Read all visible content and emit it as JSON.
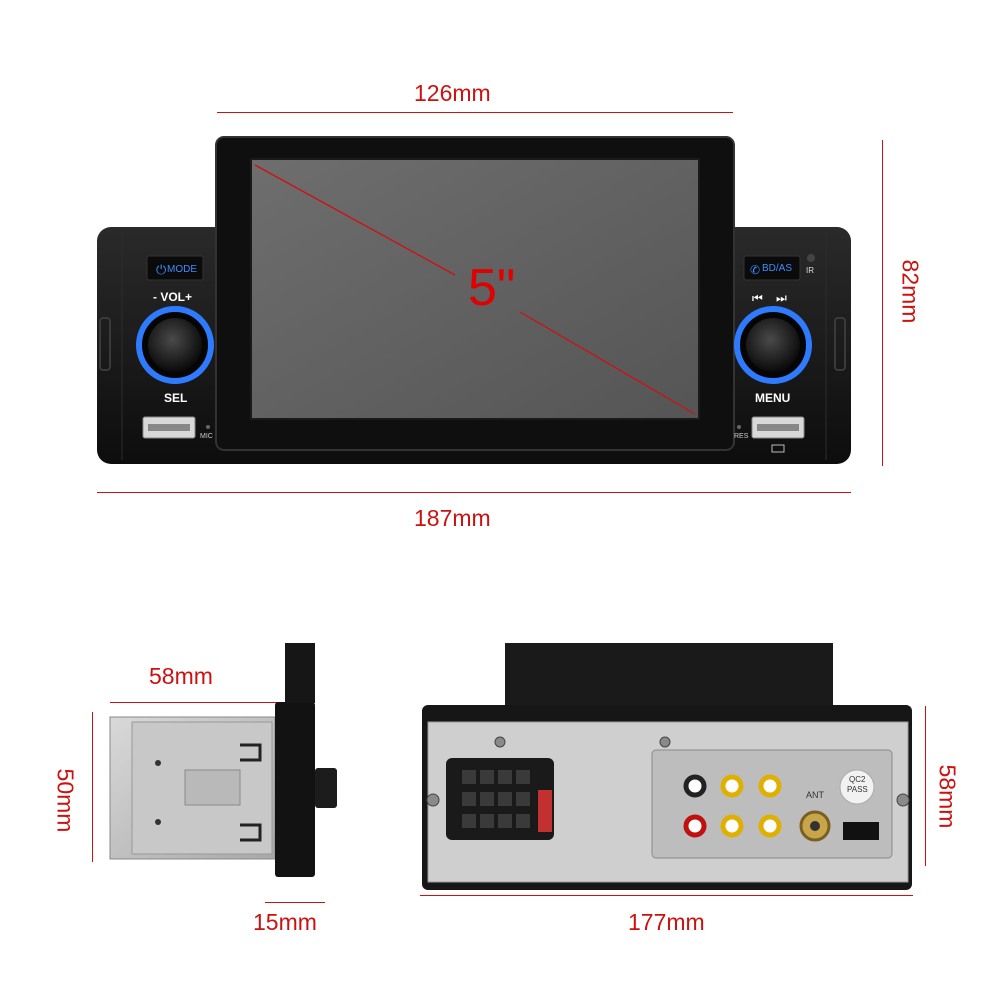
{
  "dimensions": {
    "front_top_width": "126mm",
    "front_height": "82mm",
    "front_total_width": "187mm",
    "side_depth": "58mm",
    "side_height": "50mm",
    "side_knob": "15mm",
    "back_width": "177mm",
    "back_height": "58mm"
  },
  "screen": {
    "size_label": "5\""
  },
  "front_panel": {
    "mode_label": "MODE",
    "vol_label": "- VOL+",
    "sel_label": "SEL",
    "mic_label": "MIC",
    "bdas_label": "BD/AS",
    "ir_label": "IR",
    "menu_label": "MENU",
    "res_label": "RES"
  },
  "back_panel": {
    "qc_label_line1": "QC2",
    "qc_label_line2": "PASS",
    "ant_label": "ANT"
  },
  "colors": {
    "dimension": "#cc1111",
    "ring_blue": "#2f7bff",
    "body": "#121212"
  }
}
